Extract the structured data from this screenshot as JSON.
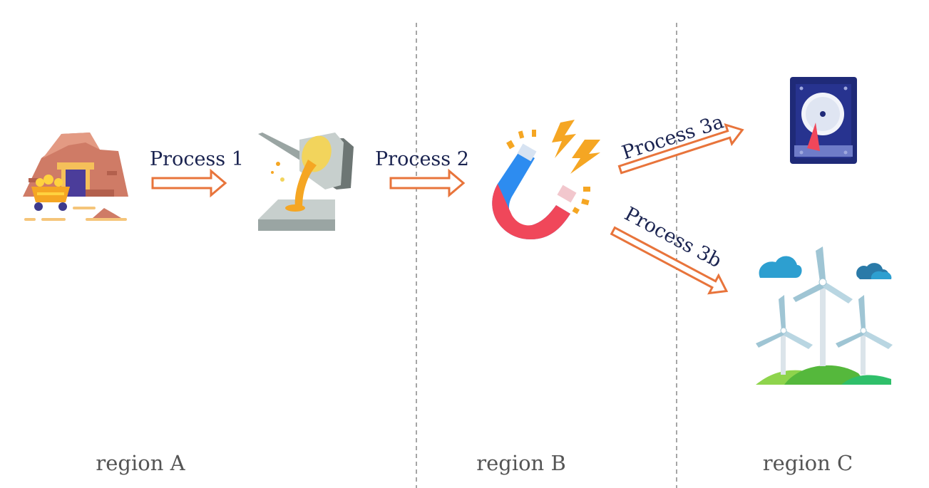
{
  "processes": {
    "p1": "Process 1",
    "p2": "Process 2",
    "p3a": "Process 3a",
    "p3b": "Process 3b"
  },
  "regions": {
    "a": "region A",
    "b": "region B",
    "c": "region C"
  },
  "icons": {
    "mine": "mine-icon",
    "smelting": "smelting-icon",
    "magnet": "magnet-icon",
    "hard_drive": "hard-drive-icon",
    "wind_turbines": "wind-turbines-icon"
  },
  "colors": {
    "arrow": "#e8743b",
    "process_text": "#1a2350",
    "region_text": "#555555",
    "divider": "#888888"
  }
}
